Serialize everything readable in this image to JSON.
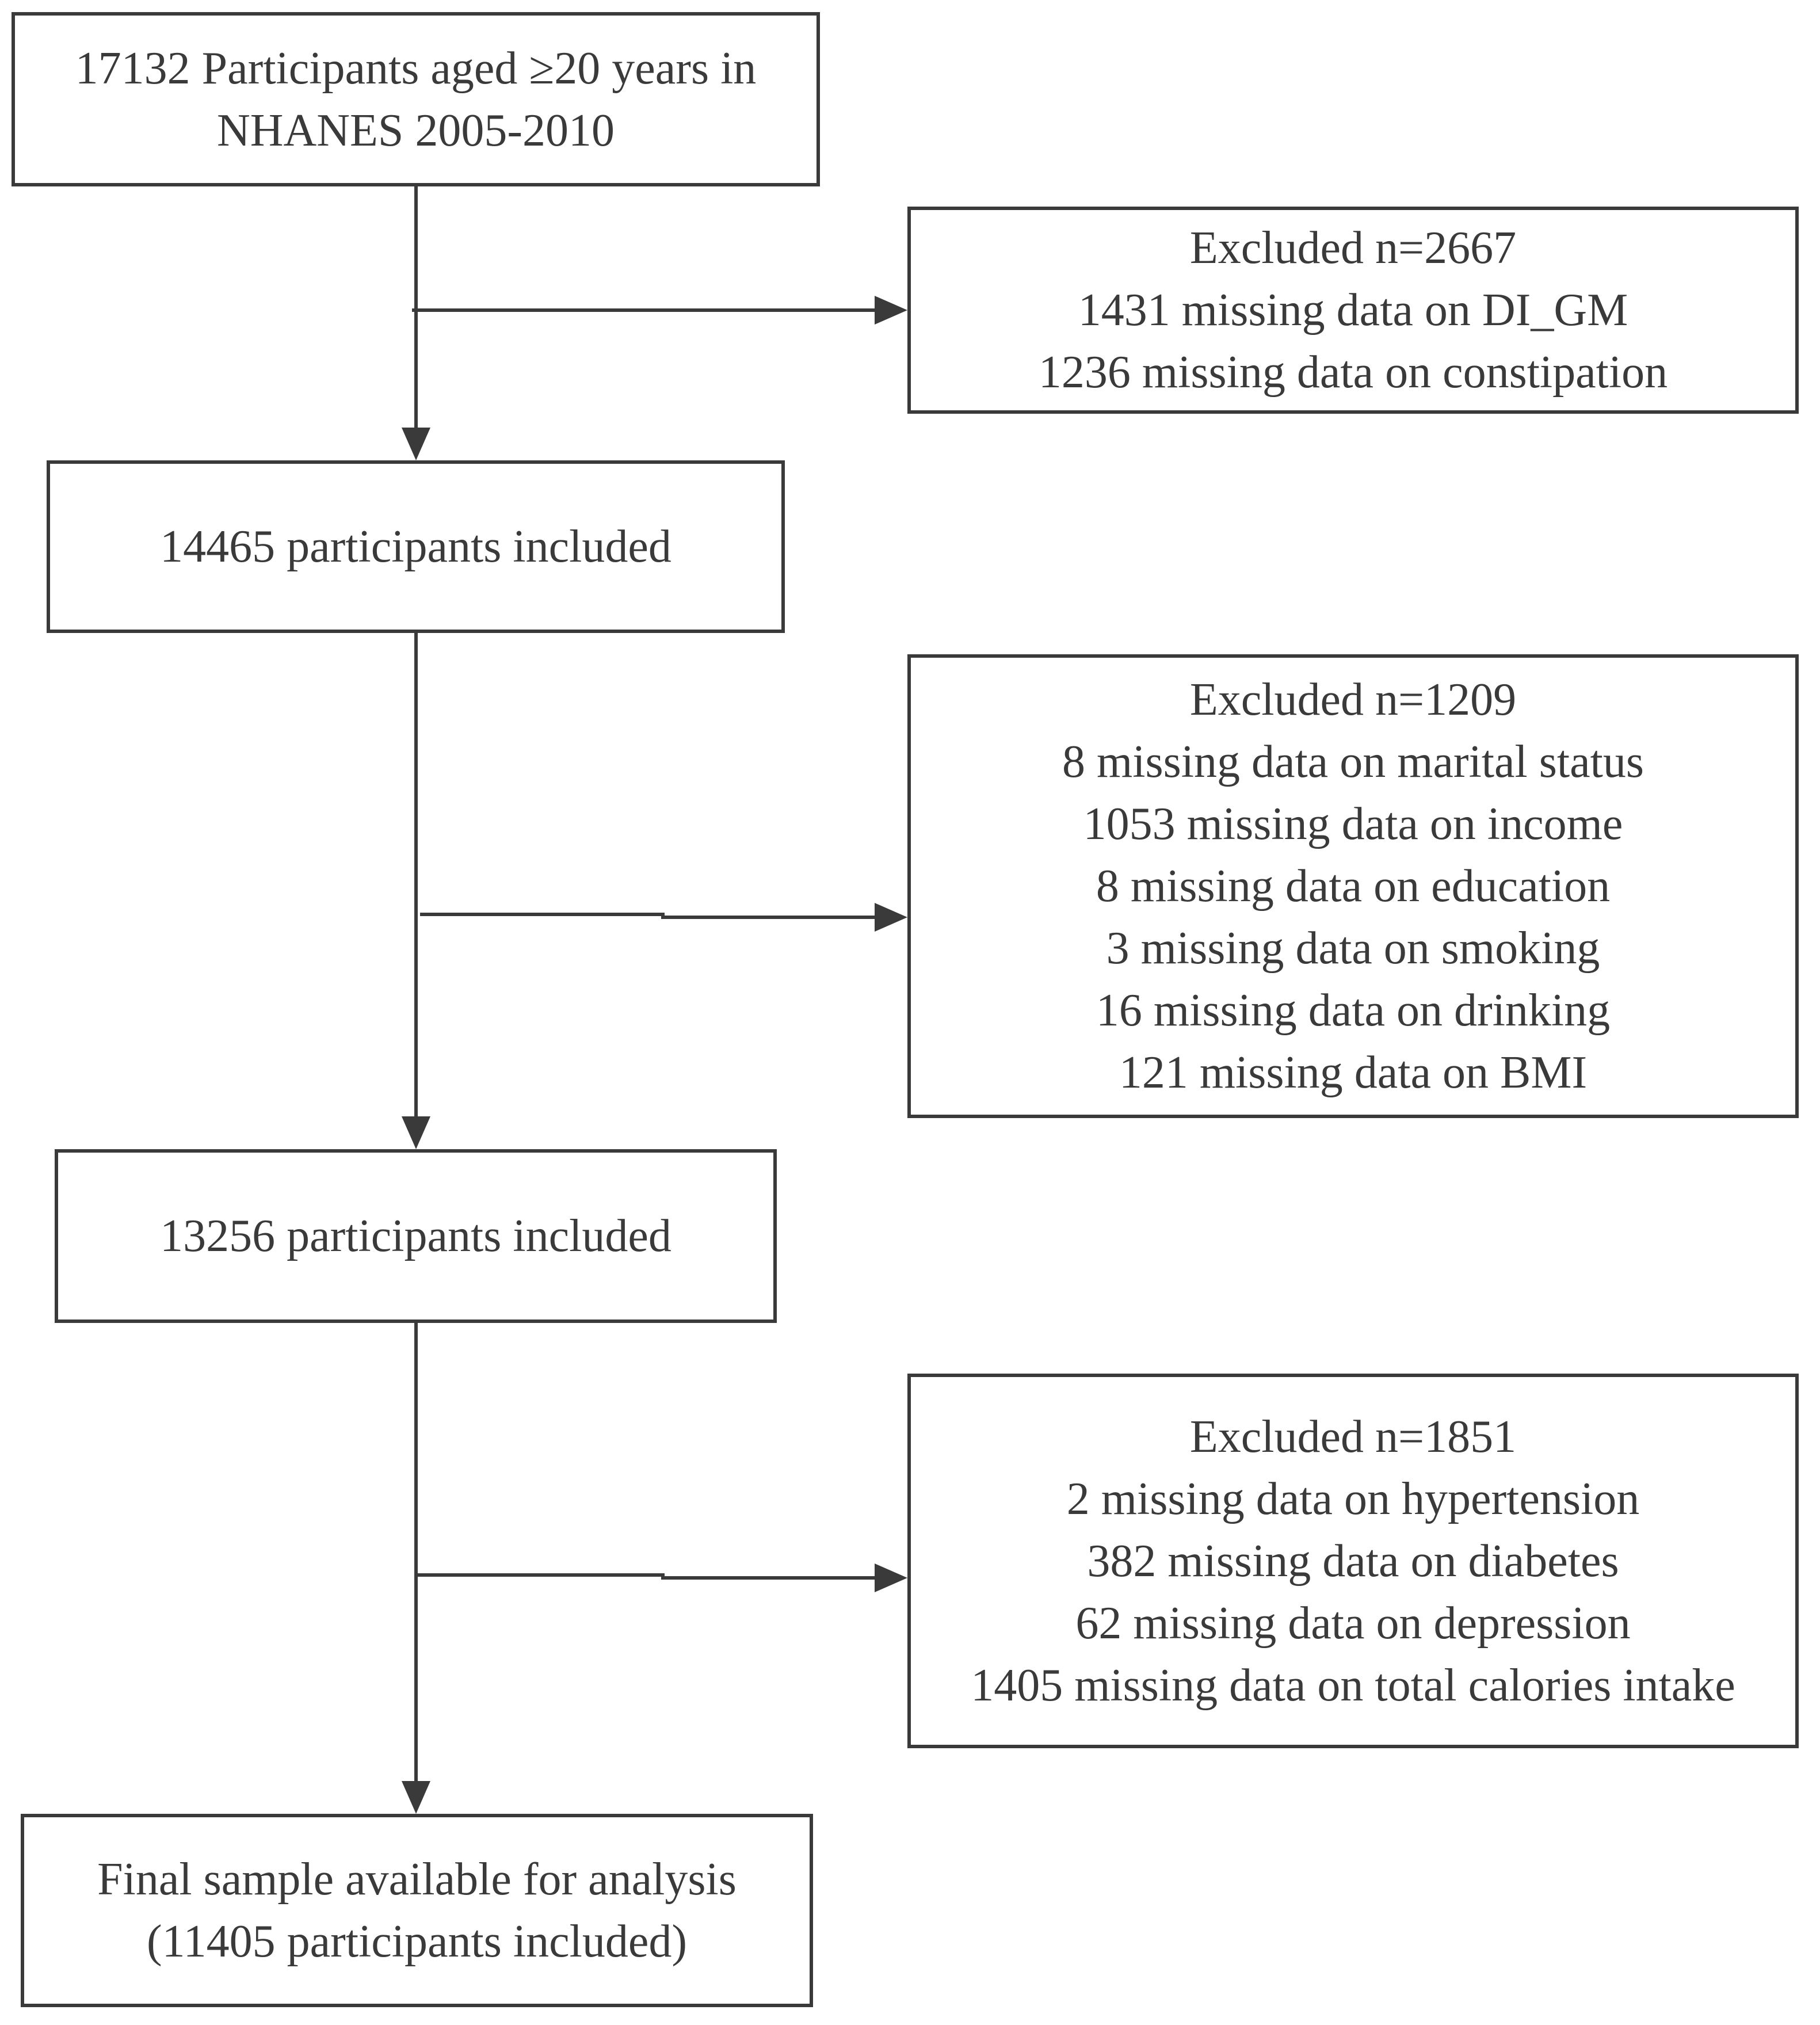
{
  "flowchart": {
    "start": {
      "lines": [
        "17132 Participants aged ≥20 years in",
        "NHANES 2005-2010"
      ]
    },
    "step1": {
      "lines": [
        "14465 participants included"
      ]
    },
    "step2": {
      "lines": [
        "13256 participants included"
      ]
    },
    "final": {
      "lines": [
        "Final sample available for analysis",
        "(11405 participants included)"
      ]
    },
    "exclusion1": {
      "lines": [
        "Excluded n=2667",
        "1431 missing data on DI_GM",
        "1236 missing data on constipation"
      ]
    },
    "exclusion2": {
      "lines": [
        "Excluded n=1209",
        "8 missing data on marital status",
        "1053 missing data on income",
        "8 missing data on education",
        "3 missing data on smoking",
        "16 missing data on drinking",
        "121 missing data on BMI"
      ]
    },
    "exclusion3": {
      "lines": [
        "Excluded n=1851",
        "2 missing data on hypertension",
        "382 missing data on diabetes",
        "62 missing data on depression",
        "1405 missing data on total calories intake"
      ]
    }
  }
}
